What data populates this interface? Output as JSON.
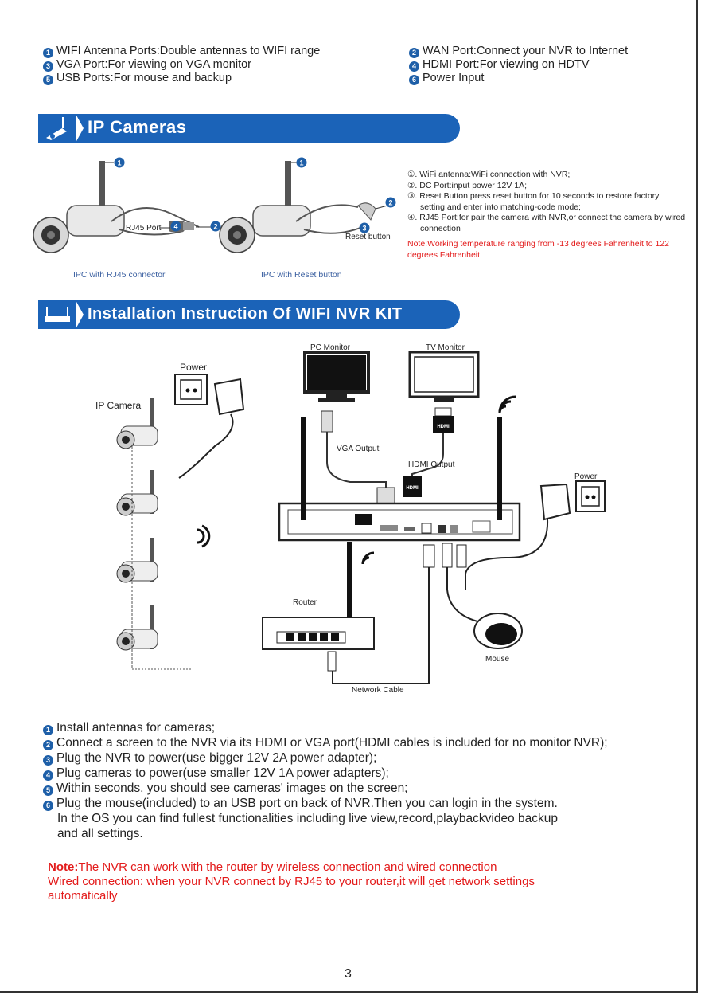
{
  "ports": {
    "left": [
      {
        "num": "1",
        "text": "WIFI Antenna Ports:Double antennas to WIFI range"
      },
      {
        "num": "3",
        "text": "VGA Port:For viewing on VGA monitor"
      },
      {
        "num": "5",
        "text": "USB Ports:For mouse and backup"
      }
    ],
    "right": [
      {
        "num": "2",
        "text": "WAN Port:Connect your NVR to Internet"
      },
      {
        "num": "4",
        "text": "HDMI Port:For viewing on HDTV"
      },
      {
        "num": "6",
        "text": "Power Input"
      }
    ]
  },
  "section_ip": {
    "title": "IP Cameras",
    "rj45_label": "RJ45 Port",
    "reset_label": "Reset button",
    "caption_left": "IPC  with  RJ45  connector",
    "caption_right": "IPC  with Reset button",
    "markers": [
      "1",
      "2",
      "1",
      "2",
      "3",
      "4"
    ],
    "callouts": [
      "①. WiFi antenna:WiFi connection with NVR;",
      "②. DC Port:input power 12V 1A;",
      "③. Reset Button:press reset button for 10 seconds to restore factory setting and enter into matching-code mode;",
      "④. RJ45 Port:for pair the camera with NVR,or connect the camera by wired connection"
    ],
    "note": "Note:Working temperature ranging from -13 degrees Fahrenheit to 122 degrees Fahrenheit."
  },
  "section_install": {
    "title": "Installation Instruction Of WIFI NVR KIT"
  },
  "diagram": {
    "pc_monitor": "PC Monitor",
    "tv_monitor": "TV Monitor",
    "power_left": "Power",
    "ip_camera": "IP Camera",
    "vga_output": "VGA Output",
    "hdmi_output": "HDMI Output",
    "hdmi_badge": "HDMI",
    "power_right": "Power",
    "router": "Router",
    "mouse": "Mouse",
    "network_cable": "Network Cable"
  },
  "steps": [
    {
      "num": "1",
      "text": "Install antennas for cameras;"
    },
    {
      "num": "2",
      "text": "Connect a screen to the NVR via its HDMI or VGA port(HDMI cables is included for no monitor NVR);"
    },
    {
      "num": "3",
      "text": "Plug the NVR to power(use bigger 12V 2A power adapter);"
    },
    {
      "num": "4",
      "text": "Plug cameras to power(use smaller 12V 1A power adapters);"
    },
    {
      "num": "5",
      "text": "Within seconds, you should see cameras' images on the screen;"
    },
    {
      "num": "6",
      "text": "Plug the mouse(included) to an USB port on back of NVR.Then you can login in the system."
    }
  ],
  "steps_continuation": [
    "In the OS you can find fullest functionalities including live view,record,playbackvideo backup",
    "and all settings."
  ],
  "note": {
    "label": "Note:",
    "line1": "The NVR can work with the router by wireless connection and wired connection",
    "line2": "Wired connection: when your NVR connect by RJ45 to your router,it will get network settings",
    "line3": "automatically"
  },
  "page_number": "3",
  "colors": {
    "accent": "#1b63b8",
    "marker": "#1e5fa8",
    "warning": "#e31b1b"
  }
}
